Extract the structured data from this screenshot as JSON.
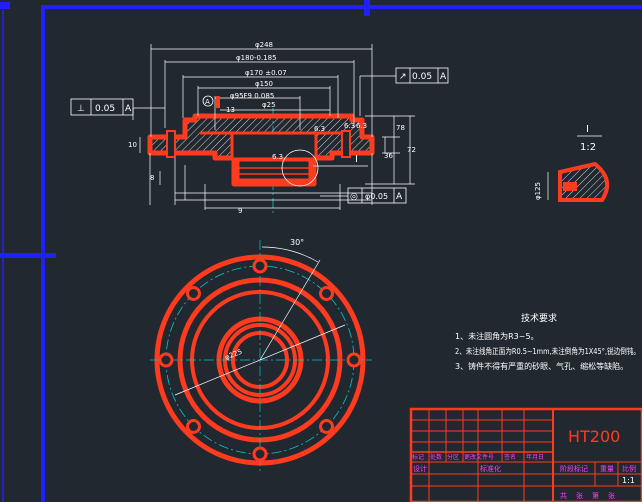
{
  "drawing": {
    "colors": {
      "background": "#212830",
      "frame": "#2020ff",
      "outline": "#ff3b1f",
      "dimension": "#ffffff",
      "center_line": "#00c8c8",
      "hatch": "#ffffff",
      "title_block": "#ff3b1f",
      "tb_text": "#ff3cff",
      "ann_yellow": "#ffd84a"
    },
    "front_view": {
      "dims": {
        "d248": "φ248",
        "d180": "φ180-0.185",
        "d170": "φ170 ±0.07",
        "d150": "φ150",
        "d95": "φ95F9 0.085",
        "d25": "φ25",
        "len13": "13",
        "len9": "9",
        "h78": "78",
        "h36": "36",
        "h72": "72",
        "h10": "10",
        "h8": "8",
        "ra": "6.3"
      },
      "datum_a": "A",
      "tol_left": {
        "sym": "⊥",
        "val": "0.05",
        "datum": "A"
      },
      "tol_top": {
        "sym": "↗",
        "val": "0.05",
        "datum": "A"
      },
      "tol_bottom": {
        "sym": "◎",
        "val": "φ0.05",
        "datum": "A"
      },
      "detail_leader": "I"
    },
    "detail": {
      "label": "I",
      "scale": "1:2",
      "dim": "φ125"
    },
    "top_view": {
      "angle": "30°",
      "pcd": "φ225"
    },
    "notes": {
      "title": "技术要求",
      "items": [
        "1、未注圆角为R3~5。",
        "2、未注线角正面为R0.5~1mm,未注倒角为1X45°,锐边倒钝。",
        "3、铸件不得有严重的砂眼、气孔、缩松等缺陷。"
      ]
    },
    "title_block": {
      "material": "HT200",
      "headers": [
        "标记",
        "处数",
        "分区",
        "更改文件号",
        "签名",
        "年月日"
      ],
      "row_labels": [
        "设计",
        "标准化"
      ],
      "right_labels": [
        "阶段标记",
        "重量",
        "比例"
      ],
      "scale": "1:1",
      "bottom_labels": [
        "共",
        "张",
        "第",
        "张"
      ]
    }
  }
}
